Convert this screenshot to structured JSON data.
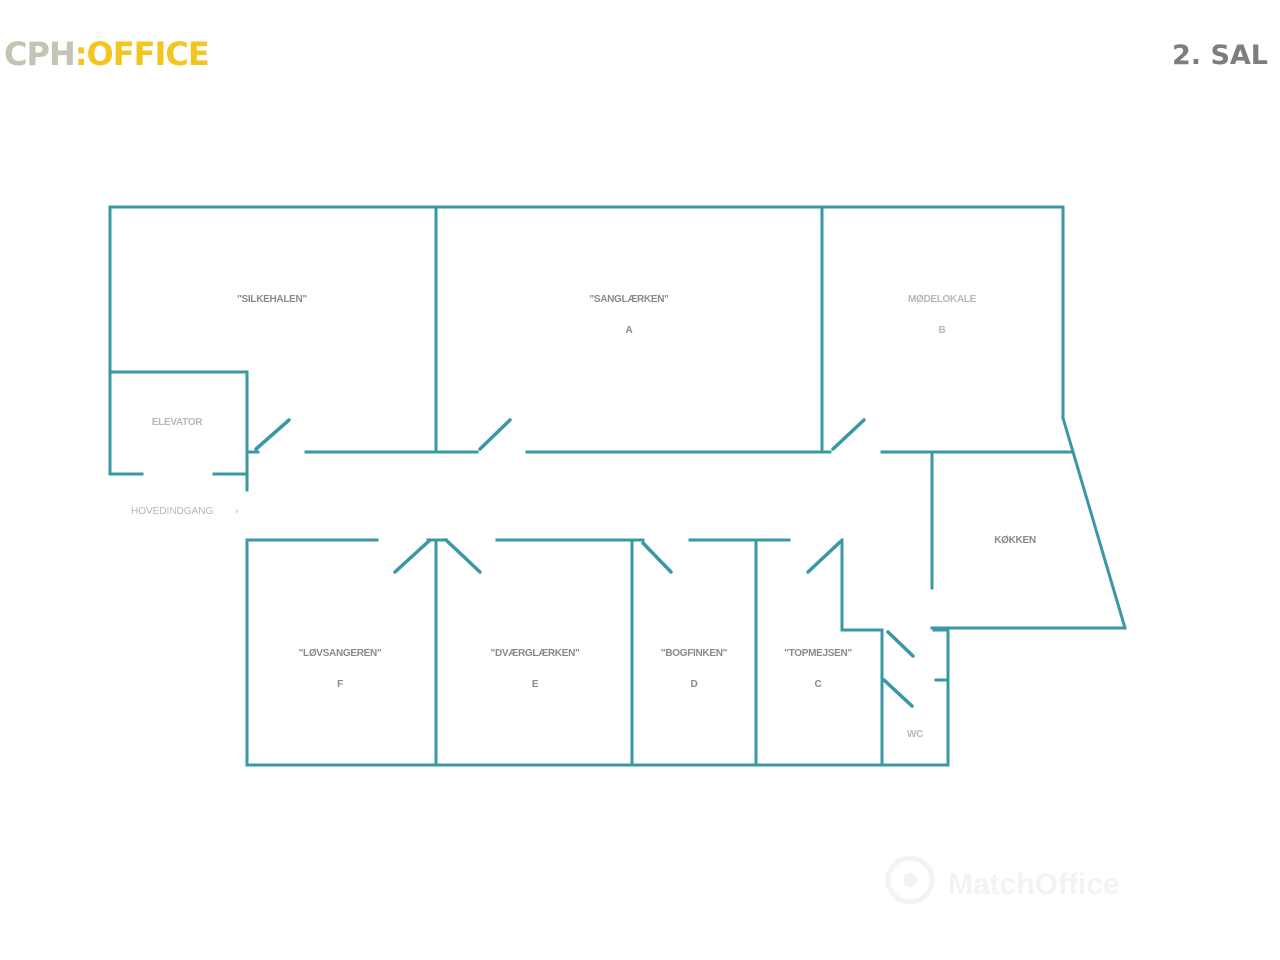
{
  "header": {
    "logo": {
      "part1": "CPH",
      "separator": ":",
      "part2": "OFFICE"
    },
    "floor_label": "2. SAL"
  },
  "colors": {
    "wall": "#3a97a6",
    "logo_grey": "#c4c4b4",
    "logo_yellow": "#f2c61f",
    "label": "#8a8a8a"
  },
  "rooms": {
    "silkehalen": {
      "name": "\"SILKEHALEN\""
    },
    "sanglaerken": {
      "name": "\"SANGLÆRKEN\"",
      "letter": "A"
    },
    "moedelokale": {
      "name": "MØDELOKALE",
      "letter": "B"
    },
    "elevator": {
      "name": "ELEVATOR"
    },
    "koekken": {
      "name": "KØKKEN"
    },
    "loevsangeren": {
      "name": "\"LØVSANGEREN\"",
      "letter": "F"
    },
    "dvaerglaerken": {
      "name": "\"DVÆRGLÆRKEN\"",
      "letter": "E"
    },
    "bogfinken": {
      "name": "\"BOGFINKEN\"",
      "letter": "D"
    },
    "topmejsen": {
      "name": "\"TOPMEJSEN\"",
      "letter": "C"
    },
    "wc": {
      "name": "WC"
    }
  },
  "entrance": {
    "label": "HOVEDINDGANG",
    "arrow": "›"
  },
  "watermark": {
    "text": "MatchOffice"
  }
}
